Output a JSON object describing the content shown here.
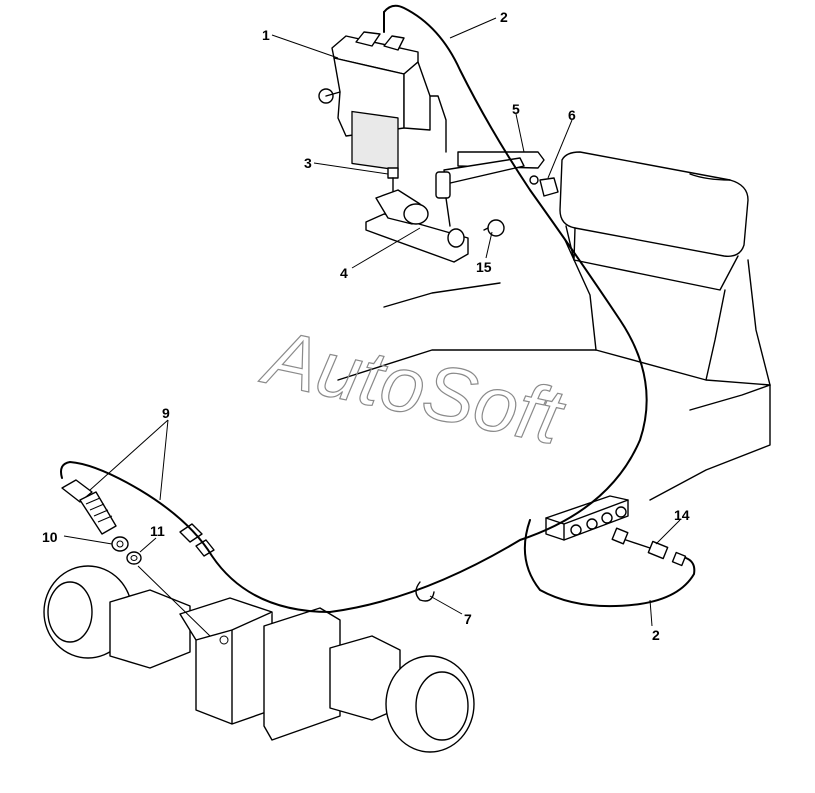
{
  "watermark": "AutoSoft",
  "callouts": {
    "c1": "1",
    "c2_top": "2",
    "c2_bottom": "2",
    "c3": "3",
    "c4": "4",
    "c5": "5",
    "c6": "6",
    "c7": "7",
    "c9": "9",
    "c10": "10",
    "c11": "11",
    "c14": "14",
    "c15": "15"
  }
}
